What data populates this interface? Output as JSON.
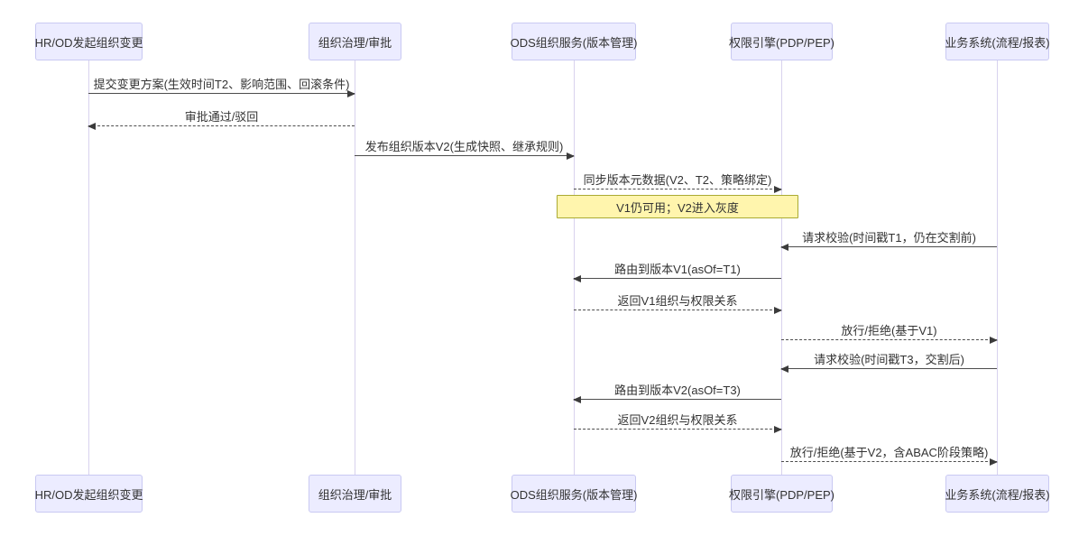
{
  "diagram": {
    "type": "sequence-diagram",
    "colors": {
      "background": "#FFFFFF",
      "actor_fill": "#ECECFF",
      "actor_border": "#C9C9F2",
      "lifeline": "#D8D2EE",
      "message_line": "#4D4D4D",
      "note_fill": "#FFF5AD",
      "note_border": "#AAAA33",
      "text": "#333333"
    },
    "participants": [
      {
        "id": "hrod",
        "label": "HR/OD发起组织变更"
      },
      {
        "id": "gov",
        "label": "组织治理/审批"
      },
      {
        "id": "ods",
        "label": "ODS组织服务(版本管理)"
      },
      {
        "id": "pdp",
        "label": "权限引擎(PDP/PEP)"
      },
      {
        "id": "biz",
        "label": "业务系统(流程/报表)"
      }
    ],
    "messages": [
      {
        "from": "hrod",
        "to": "gov",
        "style": "solid",
        "label": "提交变更方案(生效时间T2、影响范围、回滚条件)"
      },
      {
        "from": "gov",
        "to": "hrod",
        "style": "dashed",
        "label": "审批通过/驳回"
      },
      {
        "from": "gov",
        "to": "ods",
        "style": "solid",
        "label": "发布组织版本V2(生成快照、继承规则)"
      },
      {
        "from": "ods",
        "to": "pdp",
        "style": "dashed",
        "label": "同步版本元数据(V2、T2、策略绑定)"
      },
      {
        "from": "biz",
        "to": "pdp",
        "style": "solid",
        "label": "请求校验(时间戳T1，仍在交割前)"
      },
      {
        "from": "pdp",
        "to": "ods",
        "style": "solid",
        "label": "路由到版本V1(asOf=T1)"
      },
      {
        "from": "ods",
        "to": "pdp",
        "style": "dashed",
        "label": "返回V1组织与权限关系"
      },
      {
        "from": "pdp",
        "to": "biz",
        "style": "dashed",
        "label": "放行/拒绝(基于V1)"
      },
      {
        "from": "biz",
        "to": "pdp",
        "style": "solid",
        "label": "请求校验(时间戳T3，交割后)"
      },
      {
        "from": "pdp",
        "to": "ods",
        "style": "solid",
        "label": "路由到版本V2(asOf=T3)"
      },
      {
        "from": "ods",
        "to": "pdp",
        "style": "dashed",
        "label": "返回V2组织与权限关系"
      },
      {
        "from": "pdp",
        "to": "biz",
        "style": "dashed",
        "label": "放行/拒绝(基于V2，含ABAC阶段策略)"
      }
    ],
    "note": {
      "over": [
        "ods",
        "pdp"
      ],
      "label": "V1仍可用；V2进入灰度"
    }
  }
}
